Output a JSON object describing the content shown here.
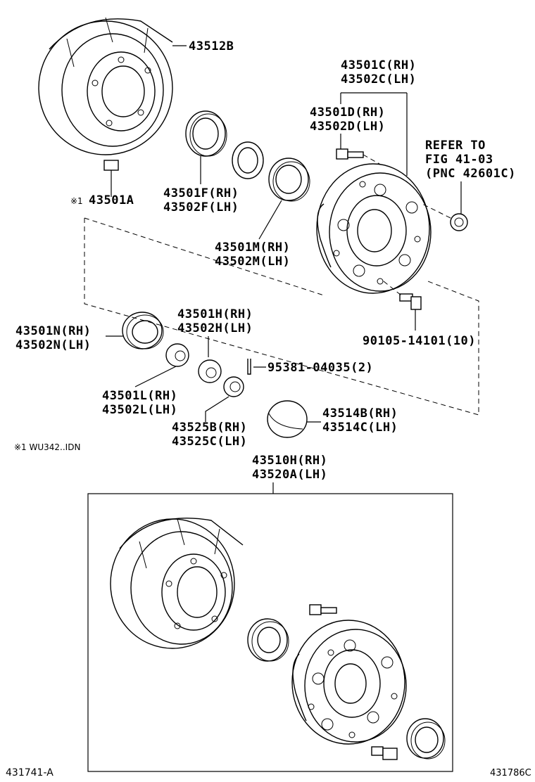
{
  "diagram": {
    "drum_label": "43512B",
    "hub_label": [
      "43501C(RH)",
      "43502C(LH)"
    ],
    "stud_label": [
      "43501D(RH)",
      "43502D(LH)"
    ],
    "refer_note": [
      "REFER TO",
      "FIG 41-03",
      "(PNC 42601C)"
    ],
    "seal_label": [
      "43501F(RH)",
      "43502F(LH)"
    ],
    "bearing_m_label": [
      "43501M(RH)",
      "43502M(LH)"
    ],
    "sticker_label": "43501A",
    "sticker_mark": "※1",
    "bearing_n_label": [
      "43501N(RH)",
      "43502N(LH)"
    ],
    "washer_h_label": [
      "43501H(RH)",
      "43502H(LH)"
    ],
    "cotter_label": "95381-04035(2)",
    "bolt_label": "90105-14101(10)",
    "washer_l_label": [
      "43501L(RH)",
      "43502L(LH)"
    ],
    "nut_label": [
      "43525B(RH)",
      "43525C(LH)"
    ],
    "cap_label": [
      "43514B(RH)",
      "43514C(LH)"
    ],
    "footnote": "※1 WU342..IDN",
    "assembly_label": [
      "43510H(RH)",
      "43520A(LH)"
    ],
    "figure_code_left": "431741-A",
    "figure_code_right": "431786C"
  }
}
